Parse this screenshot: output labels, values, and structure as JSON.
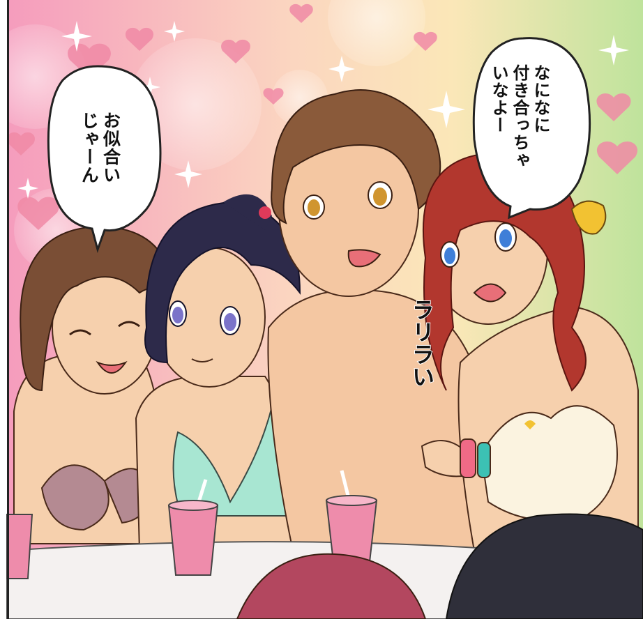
{
  "speech_bubbles": {
    "left": {
      "lines": [
        "お似合い",
        "じゃーん"
      ]
    },
    "right": {
      "lines": [
        "なになに",
        "付き合っちゃ",
        "いなよー"
      ]
    }
  },
  "sound_effect": {
    "text": "ラリラい"
  },
  "colors": {
    "bg_pink": "#f7a9c4",
    "bg_peach": "#fbe3b6",
    "bg_green": "#cde9a9",
    "heart": "#f08aa6",
    "skin": "#f6d0ad",
    "cup": "#ee8cab",
    "table": "#f4f1f0"
  }
}
